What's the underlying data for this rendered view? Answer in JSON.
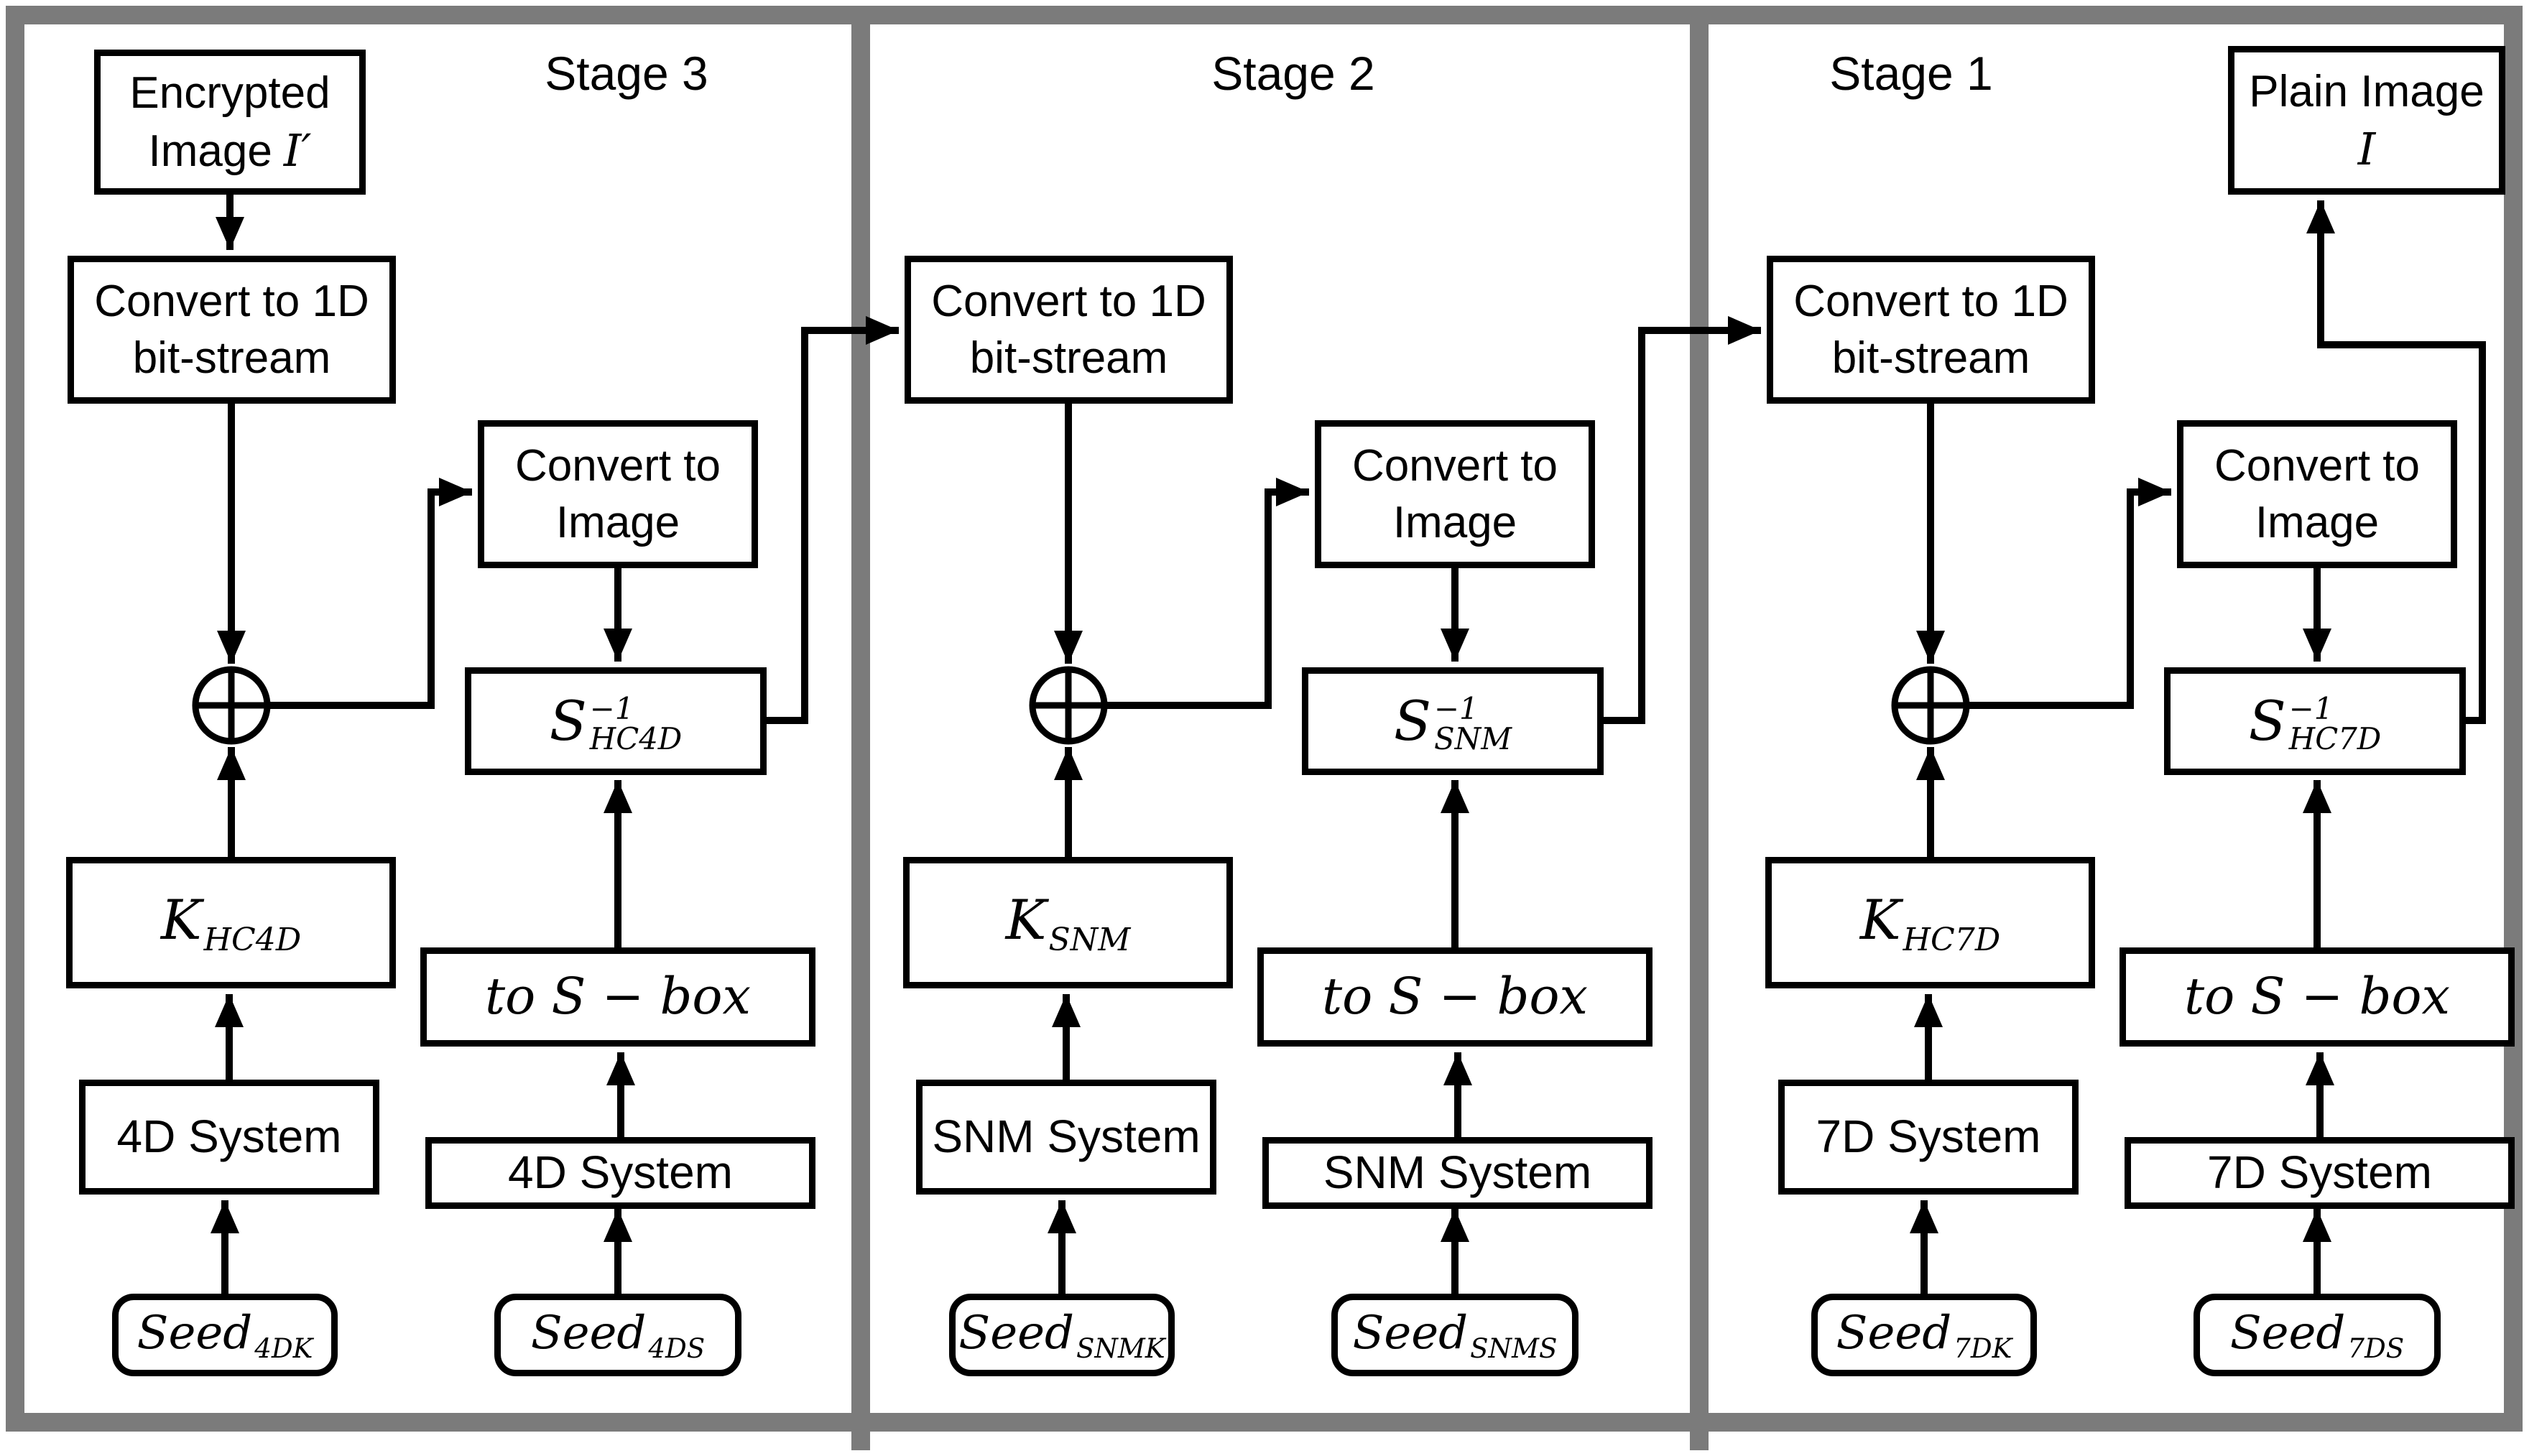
{
  "colors": {
    "line": "#000000",
    "frame_gray": "#7b7b7b",
    "box_bg": "#ffffff",
    "text": "#000000"
  },
  "stages": [
    {
      "label": "Stage 3",
      "io_box": {
        "line1": "Encrypted",
        "line2_text": "Image",
        "line2_math": "I′"
      },
      "conv_1d": {
        "line1": "Convert to 1D",
        "line2": "bit-stream"
      },
      "conv_img": {
        "line1": "Convert to",
        "line2": "Image"
      },
      "s_inverse": {
        "base": "S",
        "sup": "−1",
        "sub": "HC4D"
      },
      "key": {
        "base": "K",
        "sub": "HC4D"
      },
      "to_sbox": "to S − box",
      "key_system": "4D System",
      "sbox_system": "4D System",
      "key_seed": {
        "base": "Seed",
        "sub": "4DK"
      },
      "sbox_seed": {
        "base": "Seed",
        "sub": "4DS"
      },
      "xor_icon": "xor-circle-plus"
    },
    {
      "label": "Stage 2",
      "conv_1d": {
        "line1": "Convert to 1D",
        "line2": "bit-stream"
      },
      "conv_img": {
        "line1": "Convert to",
        "line2": "Image"
      },
      "s_inverse": {
        "base": "S",
        "sup": "−1",
        "sub": "SNM"
      },
      "key": {
        "base": "K",
        "sub": "SNM"
      },
      "to_sbox": "to S − box",
      "key_system": "SNM System",
      "sbox_system": "SNM System",
      "key_seed": {
        "base": "Seed",
        "sub": "SNMK"
      },
      "sbox_seed": {
        "base": "Seed",
        "sub": "SNMS"
      },
      "xor_icon": "xor-circle-plus"
    },
    {
      "label": "Stage 1",
      "io_box": {
        "line1": "Plain Image",
        "line2_math": "I"
      },
      "conv_1d": {
        "line1": "Convert to 1D",
        "line2": "bit-stream"
      },
      "conv_img": {
        "line1": "Convert to",
        "line2": "Image"
      },
      "s_inverse": {
        "base": "S",
        "sup": "−1",
        "sub": "HC7D"
      },
      "key": {
        "base": "K",
        "sub": "HC7D"
      },
      "to_sbox": "to S − box",
      "key_system": "7D System",
      "sbox_system": "7D System",
      "key_seed": {
        "base": "Seed",
        "sub": "7DK"
      },
      "sbox_seed": {
        "base": "Seed",
        "sub": "7DS"
      },
      "xor_icon": "xor-circle-plus"
    }
  ]
}
